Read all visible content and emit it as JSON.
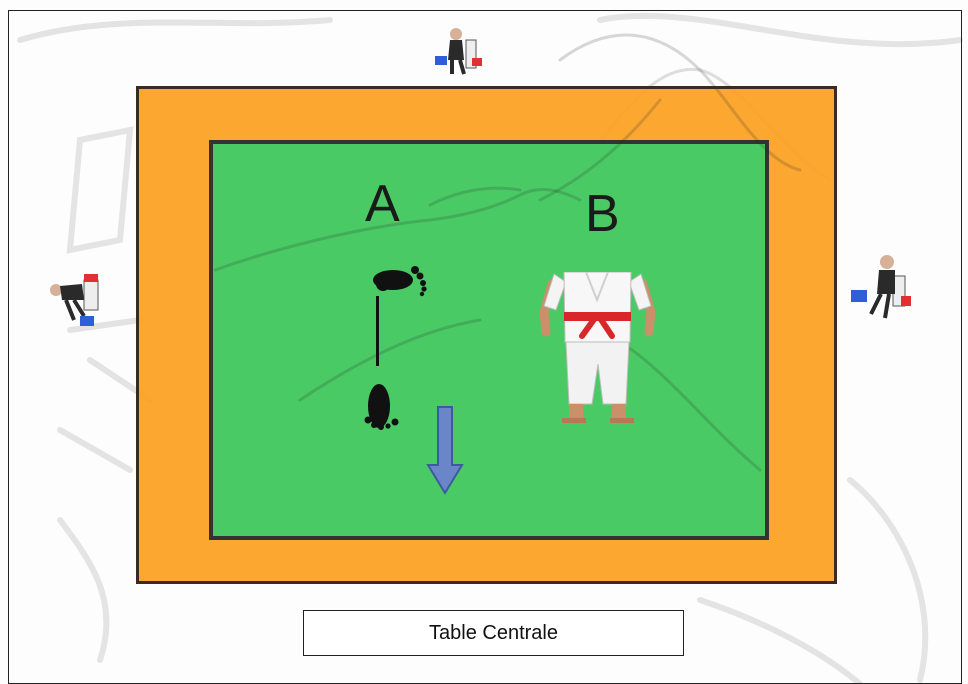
{
  "areas": {
    "label_a": "A",
    "label_b": "B"
  },
  "table": {
    "label": "Table Centrale"
  },
  "colors": {
    "outer_mat": "#fba01e",
    "inner_mat": "#3ccc69",
    "belt": "#d8262a",
    "arrow": "#6b86c8",
    "flag_blue": "#2f5fd6",
    "flag_red": "#e03030"
  },
  "icons": {
    "judges": [
      "judge-top-icon",
      "judge-left-icon",
      "judge-right-icon"
    ],
    "footprints": "footprints-icon",
    "karateka": "karateka-icon",
    "arrow": "arrow-down-icon"
  }
}
